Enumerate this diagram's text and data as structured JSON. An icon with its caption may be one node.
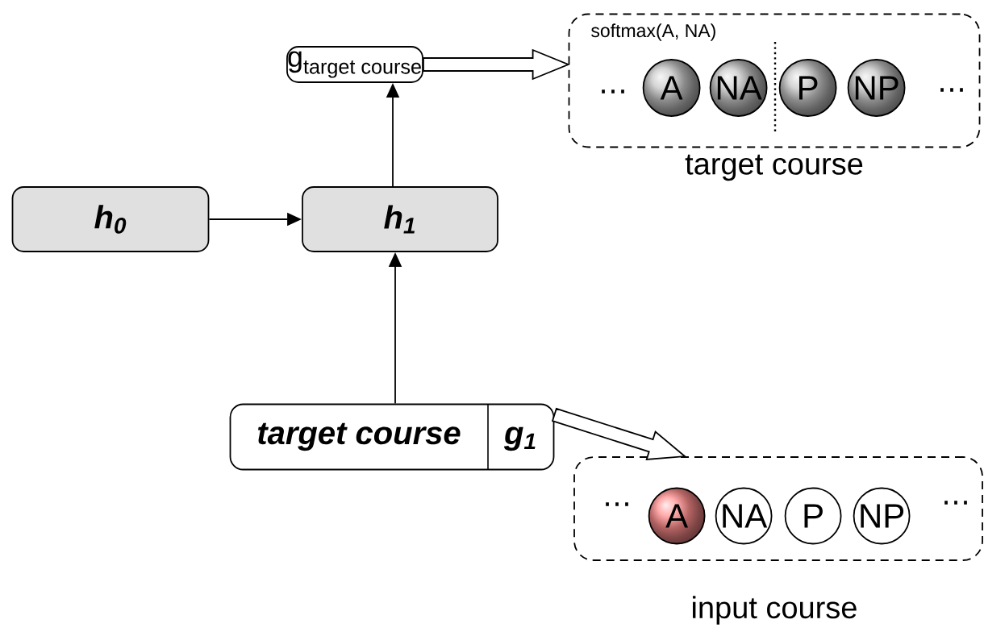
{
  "diagram": {
    "nodes": [
      {
        "text": [
          "h$_{0}$"
        ]
      },
      {
        "text": [
          "h$_{1}$"
        ]
      },
      {
        "text": [
          "\\text{g}_{\\text{target course}}"
        ]
      },
      {
        "text": [
          "target course",
          "g$_{1}$"
        ]
      },
      {
        "text": [
          "softmax(A, NA)",
          "target course"
        ]
      },
      {
        "text": [
          "A"
        ],
        "in": 4
      },
      {
        "text": [
          "NA"
        ],
        "in": 4
      },
      {
        "text": [
          "P"
        ],
        "in": 4
      },
      {
        "text": [
          "NP"
        ],
        "in": 4
      },
      {
        "text": [
          "input course"
        ]
      },
      {
        "text": [
          "A"
        ],
        "in": 9
      },
      {
        "text": [
          "NA"
        ],
        "in": 9
      },
      {
        "text": [
          "P"
        ],
        "in": 9
      },
      {
        "text": [
          "NP"
        ],
        "in": 9
      }
    ],
    "edges": [
      {
        "from": 0,
        "to": 1,
        "arrow": "to"
      },
      {
        "from": 1,
        "to": 2,
        "arrow": "to"
      },
      {
        "from": 3,
        "to": 1,
        "arrow": "to"
      },
      {
        "from": 2,
        "to": 4,
        "arrow": "to",
        "style": "thick"
      },
      {
        "from": 3,
        "to": 9,
        "arrow": "to",
        "style": "thick"
      }
    ],
    "labels": [
      "⋯",
      "⋯",
      "⋯",
      "⋯"
    ]
  }
}
